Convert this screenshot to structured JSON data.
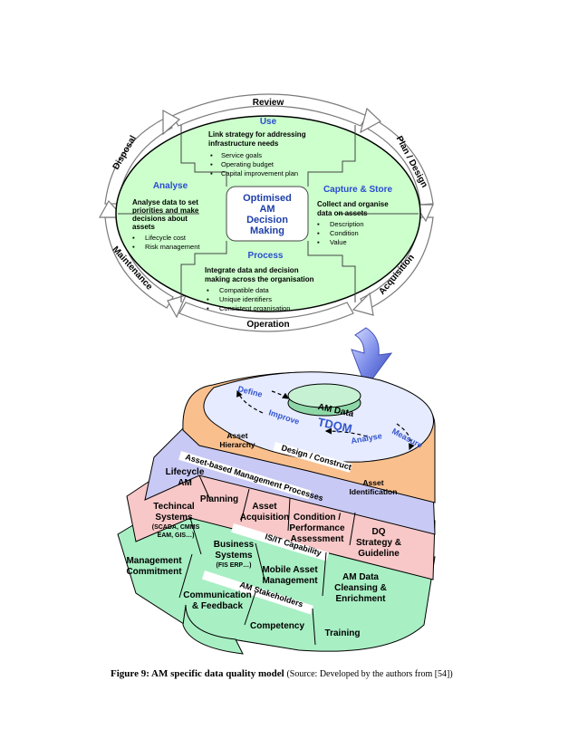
{
  "top": {
    "ring": {
      "review": "Review",
      "plan_design": "Plan / Design",
      "acquisition": "Acquisition",
      "operation": "Operation",
      "maintenance": "Maintenance",
      "disposal": "Disposal"
    },
    "center": [
      "Optimised",
      "AM",
      "Decision",
      "Making"
    ],
    "use": {
      "title": "Use",
      "lines": [
        "Link strategy for addressing",
        "infrastructure needs"
      ],
      "bullets": [
        "Service goals",
        "Operating budget",
        "Capital improvement plan"
      ]
    },
    "capture": {
      "title": "Capture & Store",
      "lines": [
        "Collect and organise",
        "data on assets"
      ],
      "bullets": [
        "Description",
        "Condition",
        "Value"
      ]
    },
    "process": {
      "title": "Process",
      "lines": [
        "Integrate data and decision",
        "making across the organisation"
      ],
      "bullets": [
        "Compatible data",
        "Unique identifiers",
        "Consistent organisation"
      ]
    },
    "analyse": {
      "title": "Analyse",
      "lines": [
        "Analyse data to set",
        "priorities and make",
        "decisions about",
        "assets"
      ],
      "bullets": [
        "Lifecycle cost",
        "Risk management"
      ]
    }
  },
  "bottom": {
    "am_data": "AM Data",
    "tdqm": "TDQM",
    "define": "Define",
    "improve": "Improve",
    "measure": "Measure",
    "analyse": "Analyse",
    "asset_hierarchy": [
      "Asset",
      "Hierarchy"
    ],
    "design_construct": "Design / Construct",
    "asset_identification": [
      "Asset",
      "Identification"
    ],
    "asset_based_processes": "Asset-based Management Processes",
    "lifecycle_am": [
      "Lifecycle",
      "AM"
    ],
    "planning": "Planning",
    "asset_acquisition": [
      "Asset",
      "Acquisition"
    ],
    "condition_performance": [
      "Condition /",
      "Performance",
      "Assessment"
    ],
    "dq_strategy": [
      "DQ",
      "Strategy &",
      "Guideline"
    ],
    "technical_systems": [
      "Techincal",
      "Systems"
    ],
    "scada": [
      "(SCADA, CMMS",
      "EAM, GIS…)"
    ],
    "isit_capability": "IS/IT Capability",
    "business_systems": [
      "Business",
      "Systems"
    ],
    "fis_erp": "(FIS ERP…)",
    "mobile_asset": [
      "Mobile Asset",
      "Management"
    ],
    "am_data_cleansing": [
      "AM Data",
      "Cleansing &",
      "Enrichment"
    ],
    "management_commitment": [
      "Management",
      "Commitment"
    ],
    "am_stakeholders": "AM Stakeholders",
    "communication": [
      "Communication",
      "& Feedback"
    ],
    "competency": "Competency",
    "training": "Training"
  },
  "caption": {
    "bold": "Figure 9: AM specific data quality model",
    "source": "(Source: Developed by the authors from [54])"
  },
  "colors": {
    "green_fill": "#ccffcc",
    "orange_fill": "#f9c08e",
    "lavender_fill": "#c9c9f5",
    "pink_fill": "#f8c8c8",
    "mint_fill": "#a8efc4",
    "blue_text": "#3355cc",
    "arrow_blue": "#6a7fe0"
  }
}
